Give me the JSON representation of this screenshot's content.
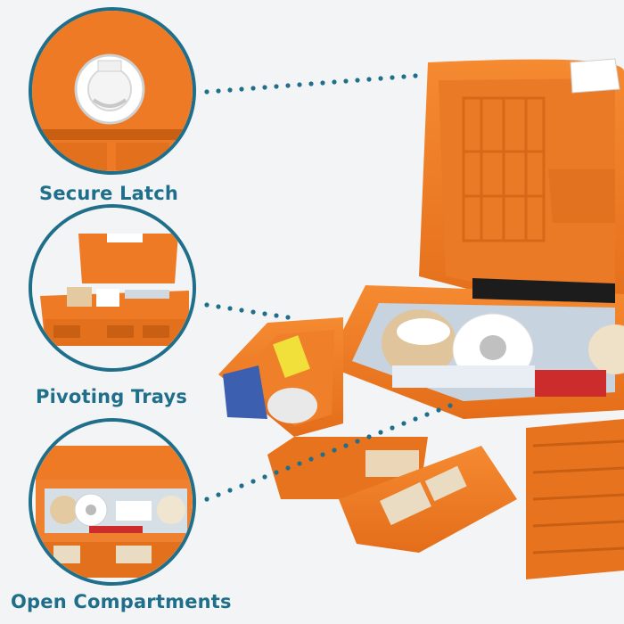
{
  "features": [
    {
      "caption": "Secure Latch",
      "icon": "latch-detail"
    },
    {
      "caption": "Pivoting Trays",
      "icon": "trays-detail"
    },
    {
      "caption": "Open Compartments",
      "icon": "compartments-detail"
    }
  ],
  "colors": {
    "case_orange": "#f07a22",
    "case_orange_dark": "#c95f12",
    "latch_white": "#ffffff",
    "caption_teal": "#1f6f8b",
    "background": "#f3f4f6"
  }
}
